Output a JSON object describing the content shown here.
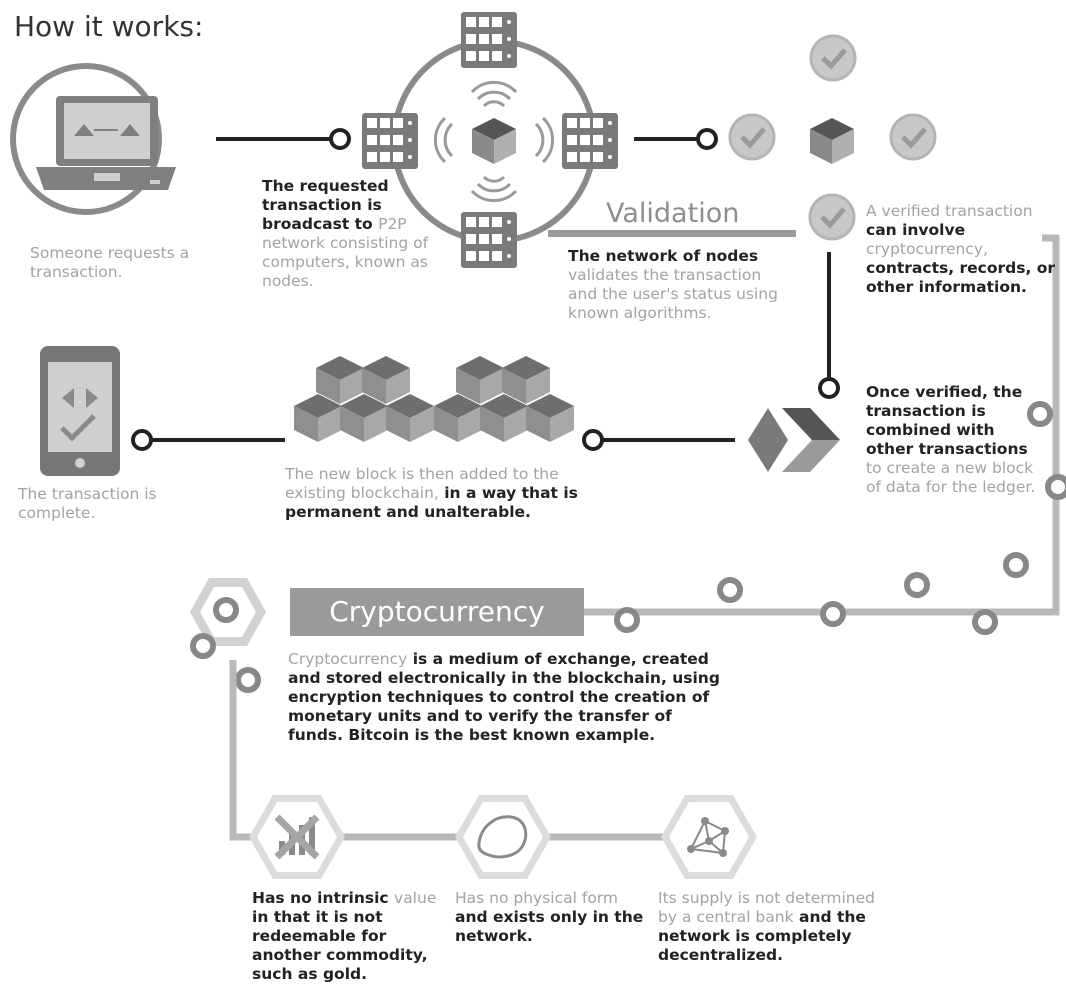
{
  "title": "How it works:",
  "colors": {
    "dark": "#222222",
    "mid": "#8e8e8e",
    "light": "#a3a3a3",
    "track": "#b8b8b8"
  },
  "icons": [
    "laptop-icon",
    "server-icon",
    "cube-icon",
    "wifi-icon",
    "check-circle-icon",
    "phone-icon",
    "blockchain-icon",
    "chevron-icon",
    "hexagon-icon",
    "no-value-icon",
    "no-form-icon",
    "network-icon"
  ],
  "validation_label": "Validation",
  "crypto_label": "Cryptocurrency",
  "steps": {
    "request": {
      "light": "Someone requests a transaction."
    },
    "broadcast": {
      "dark1": "The requested transaction is broadcast to",
      "light": "P2P network consisting of computers, known as nodes."
    },
    "validate": {
      "dark1": "The network of nodes",
      "light": "validates the transaction and the user's status using known algorithms."
    },
    "verified": {
      "light": "A verified transaction",
      "dark1": "can involve",
      "light2": "cryptocurrency,",
      "dark2": "contracts, records, or other information."
    },
    "combine": {
      "dark1": "Once verified, the transaction is combined with other transactions",
      "light": "to create a new block of data for the ledger."
    },
    "block": {
      "light": "The new block is then added to the existing blockchain,",
      "dark1": "in a way that is permanent and unalterable."
    },
    "complete": {
      "light": "The transaction is complete."
    }
  },
  "crypto": {
    "light": "Cryptocurrency",
    "dark": "is a medium of exchange, created and stored electronically in the blockchain, using encryption techniques to control the creation of monetary units and to verify the transfer of funds. Bitcoin is the best known example."
  },
  "features": [
    {
      "dark1": "Has no intrinsic",
      "light": "value",
      "dark2": "in that it is not redeemable for another commodity, such as gold."
    },
    {
      "light": "Has no physical form",
      "dark": "and exists only in the network."
    },
    {
      "light": "Its supply is not determined by a central bank",
      "dark": "and the network is completely decentralized."
    }
  ]
}
